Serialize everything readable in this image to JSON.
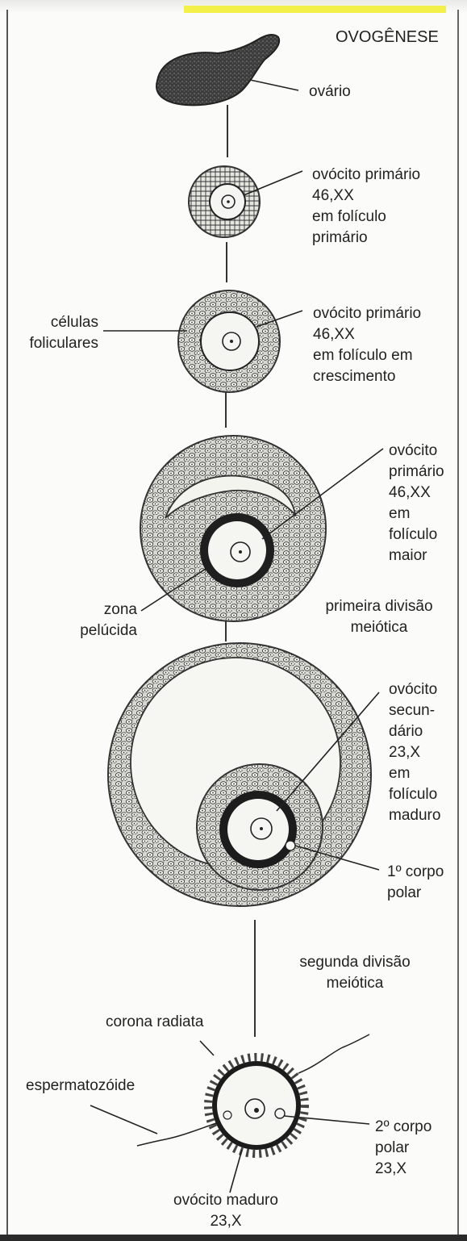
{
  "title": "OVOGÊNESE",
  "labels": {
    "ovario": "ovário",
    "primordial": "ovócito primário\n46,XX\nem folículo\nprimário",
    "growing": "ovócito primário\n46,XX\nem folículo em\ncrescimento",
    "celulas_foliculares": "células\nfoliculares",
    "larger": "ovócito\nprimário\n46,XX\nem\nfolículo\nmaior",
    "zona_pelucida": "zona\npelúcida",
    "primeira_divisao": "primeira divisão\nmeiótica",
    "secondary": "ovócito\nsecun-\ndário\n23,X\nem\nfolículo\nmaduro",
    "first_polar": "1º corpo\npolar",
    "segunda_divisao": "segunda divisão\nmeiótica",
    "corona_radiata": "corona radiata",
    "espermatozoide": "espermatozóide",
    "second_polar": "2º corpo\npolar\n23,X",
    "mature": "ovócito maduro\n23,X"
  },
  "colors": {
    "ink": "#222222",
    "highlight": "#f4f04a",
    "paper": "#fbfbf9"
  }
}
